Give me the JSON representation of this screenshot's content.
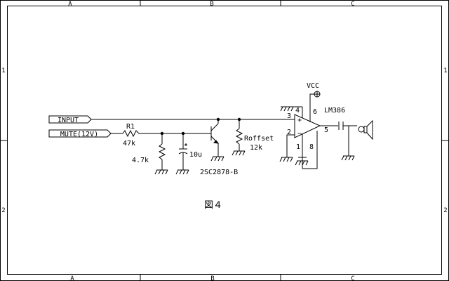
{
  "frame": {
    "zones_top": [
      "A",
      "B",
      "C"
    ],
    "zones_bottom": [
      "A",
      "B",
      "C"
    ],
    "rows_left": [
      "1",
      "2"
    ],
    "rows_right": [
      "1",
      "2"
    ]
  },
  "ports": {
    "input": "INPUT",
    "mute": "MUTE(12V)"
  },
  "components": {
    "r1_ref": "R1",
    "r1_value": "47k",
    "r2_value": "4.7k",
    "c1_value": "10u",
    "transistor": "2SC2878-B",
    "roffset_ref": "Roffset",
    "roffset_value": "12k",
    "amp": "LM386",
    "vcc": "VCC"
  },
  "pins": {
    "p3": "3",
    "p2": "2",
    "p4": "4",
    "p6": "6",
    "p5": "5",
    "p1": "1",
    "p8": "8",
    "plus": "+",
    "minus": "−"
  },
  "caption": "図４"
}
